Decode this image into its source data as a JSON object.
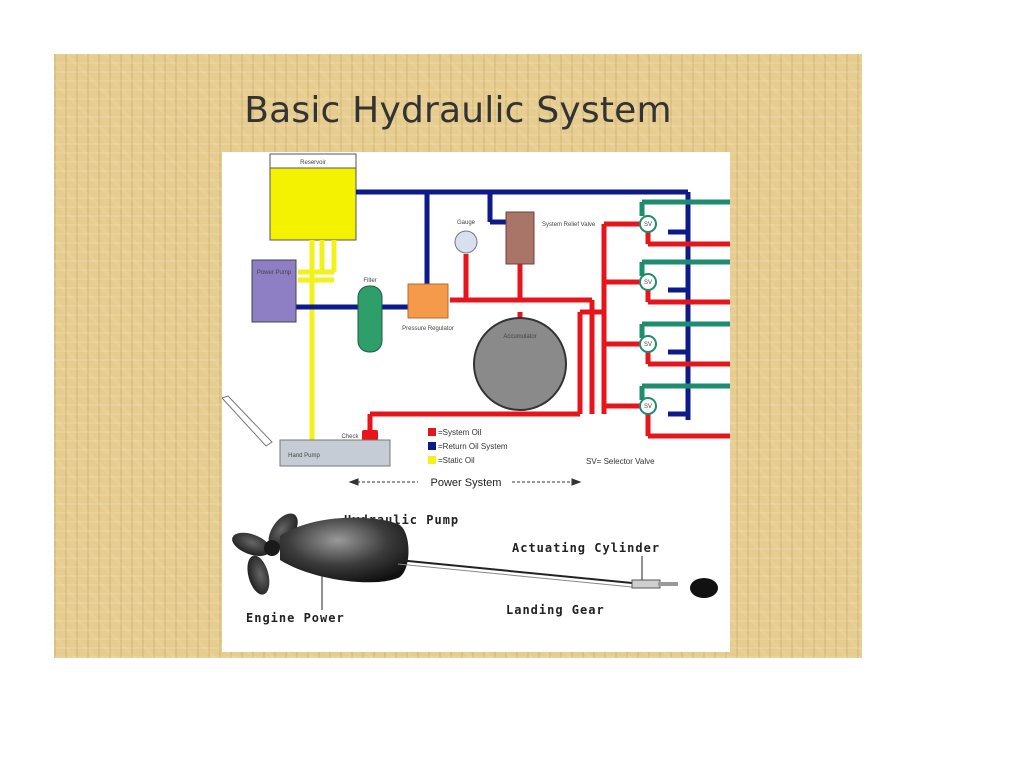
{
  "slide": {
    "title": "Basic Hydraulic System"
  },
  "diagram": {
    "components": {
      "reservoir": "Reservoir",
      "power_pump": "Power Pump",
      "filter": "Filter",
      "pressure_regulator": "Pressure Regulator",
      "gauge": "Gauge",
      "system_relief_valve": "System Relief Valve",
      "accumulator": "Accumulator",
      "hand_pump": "Hand Pump",
      "check": "Check",
      "selector_valve_tag": "SV"
    },
    "legend": {
      "system_oil": "=System Oil",
      "return_oil": "=Return Oil System",
      "static_oil": "=Static Oil",
      "sv_note": "SV= Selector Valve"
    },
    "power_system_label": "Power System",
    "lower": {
      "hydraulic_pump": "Hydraulic Pump",
      "actuating_cylinder": "Actuating Cylinder",
      "landing_gear": "Landing Gear",
      "engine_power": "Engine Power"
    },
    "colors": {
      "system_oil": "#e8141c",
      "return_oil": "#0d1a8c",
      "static_oil": "#f2f21a",
      "branch": "#1e8c6e",
      "reservoir_fill": "#f5f200",
      "pump_fill": "#8e7fc4",
      "filter_fill": "#2e9e6a",
      "regulator_fill": "#f59a4a",
      "relief_fill": "#a87568",
      "accumulator_fill": "#8a8a8a"
    }
  }
}
